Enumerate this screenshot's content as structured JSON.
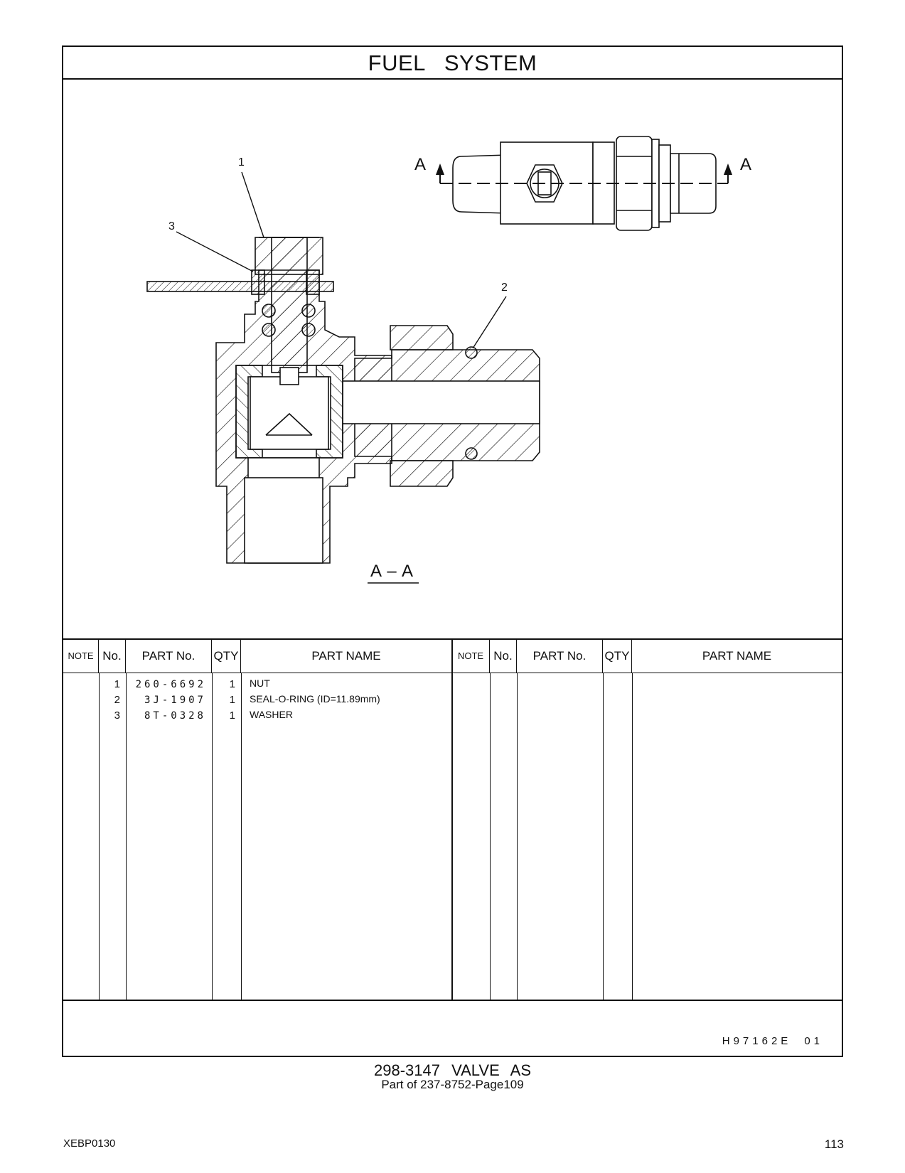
{
  "header": {
    "title": "FUEL SYSTEM"
  },
  "drawing": {
    "callouts": [
      "1",
      "2",
      "3"
    ],
    "section_label_left": "A",
    "section_label_right": "A",
    "section_view_label": "A – A"
  },
  "table": {
    "headers": {
      "note": "NOTE",
      "no": "No.",
      "part_no": "PART No.",
      "qty": "QTY",
      "part_name": "PART NAME"
    },
    "rows": [
      {
        "no": "1",
        "part_no": "260-6692",
        "qty": "1",
        "part_name": "NUT"
      },
      {
        "no": "2",
        "part_no": "3J-1907",
        "qty": "1",
        "part_name": "SEAL-O-RING (ID=11.89mm)"
      },
      {
        "no": "3",
        "part_no": "8T-0328",
        "qty": "1",
        "part_name": "WASHER"
      }
    ]
  },
  "footer": {
    "ref_code": "H97162E",
    "ref_rev": "01",
    "assembly": "298-3147 VALVE AS",
    "part_of": "Part of 237-8752-Page109",
    "doc_code": "XEBP0130",
    "page_number": "113"
  }
}
